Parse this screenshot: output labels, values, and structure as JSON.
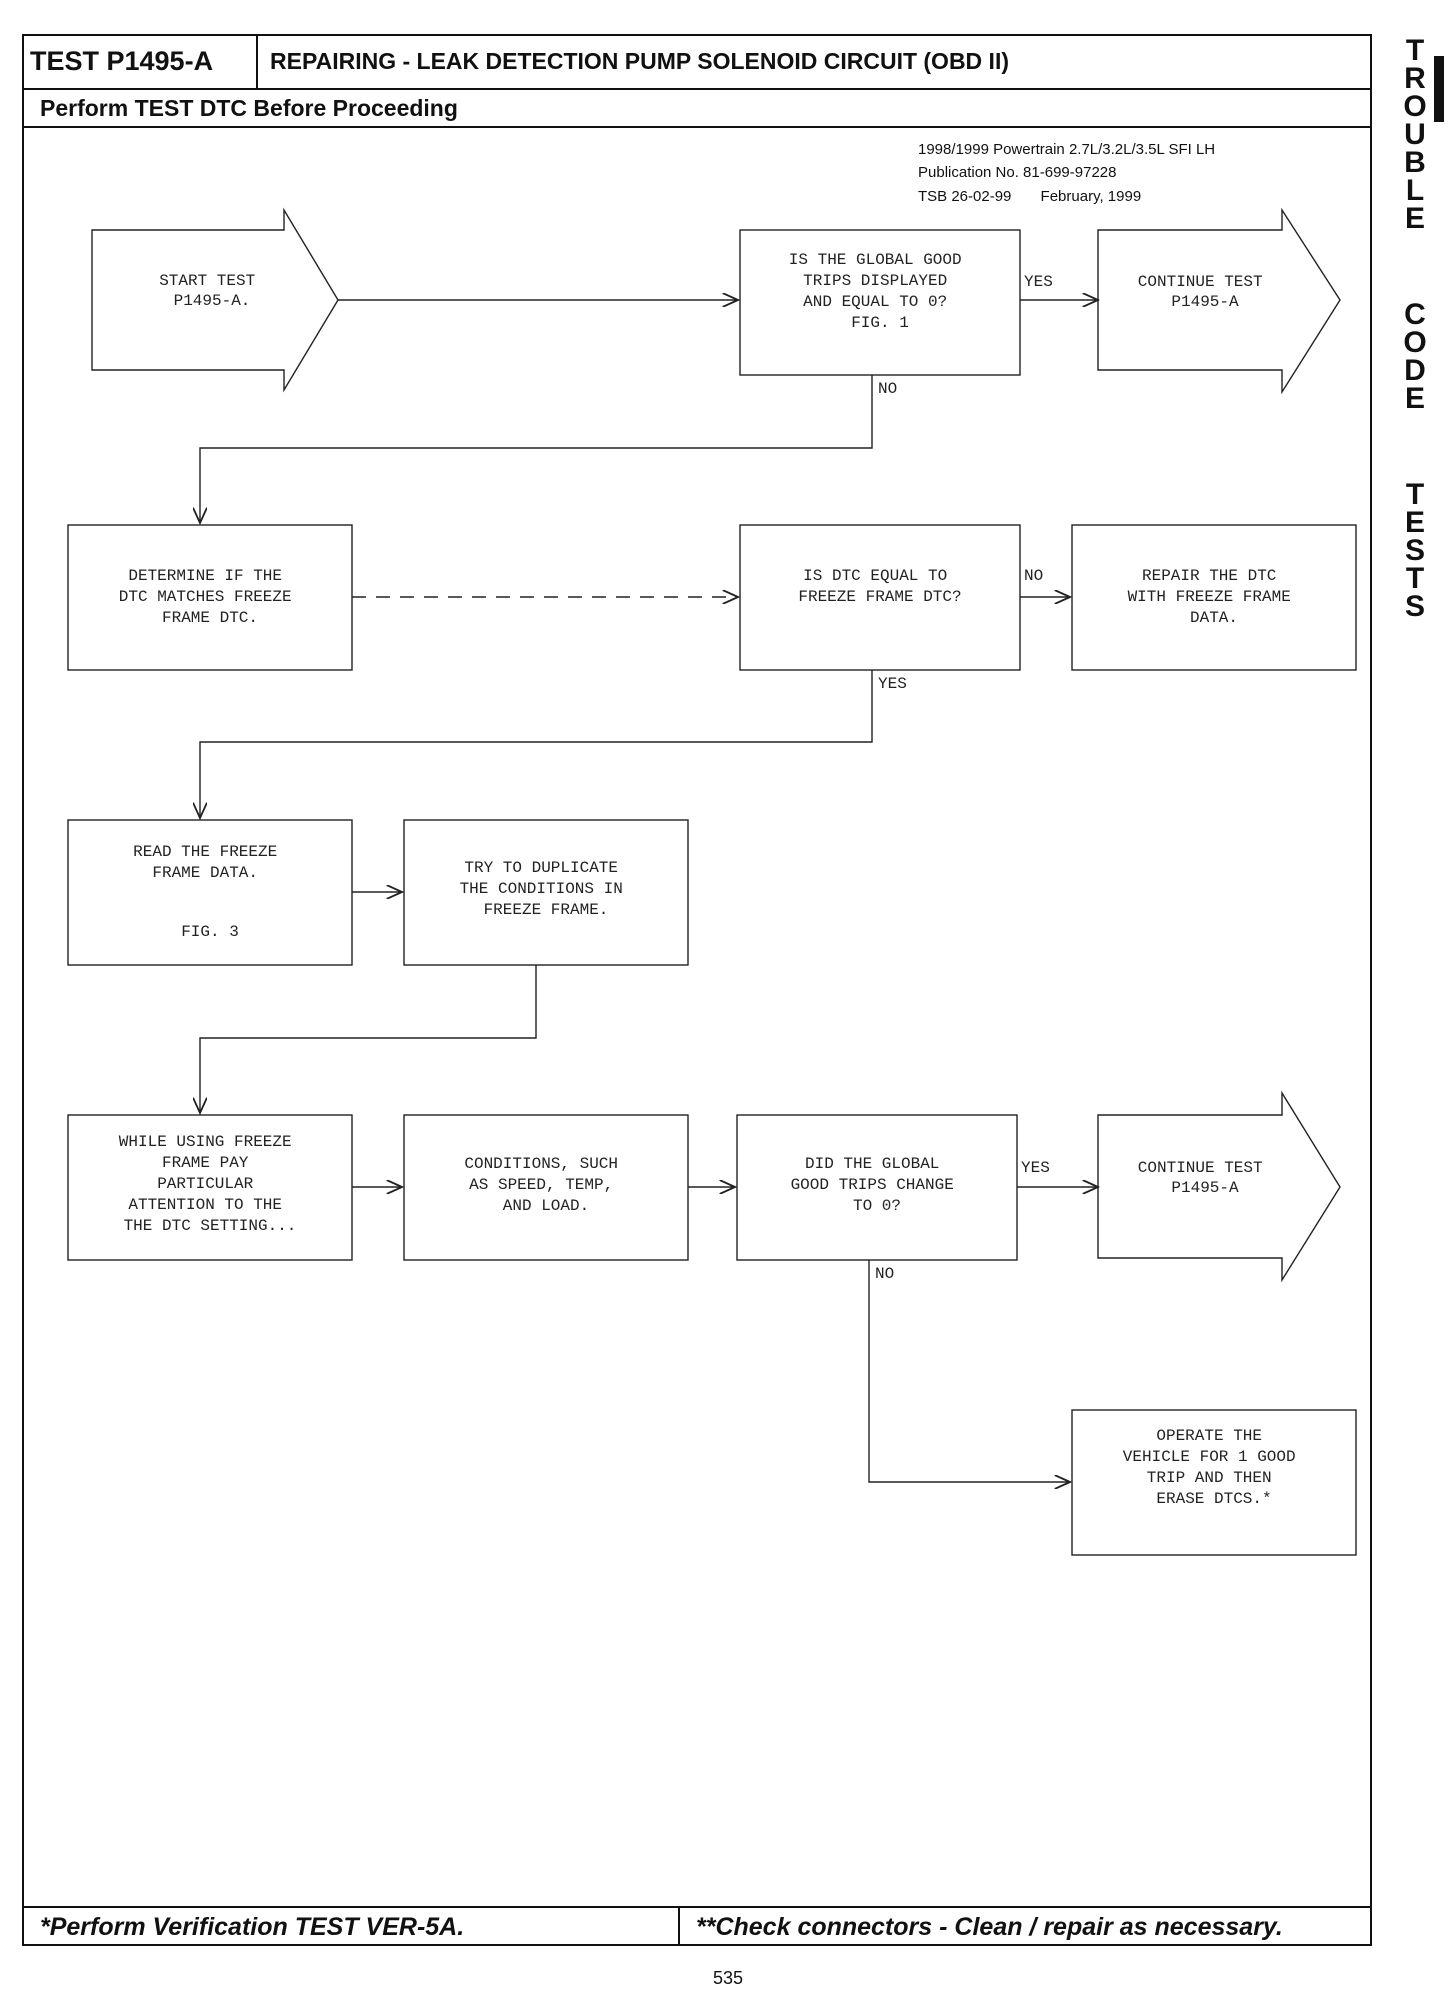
{
  "header": {
    "test_id": "TEST P1495-A",
    "title": "REPAIRING - LEAK DETECTION PUMP SOLENOID CIRCUIT (OBD II)",
    "subheader": "Perform TEST DTC Before Proceeding"
  },
  "pub_info": {
    "line1": "1998/1999 Powertrain 2.7L/3.2L/3.5L SFI   LH",
    "line2": "Publication No. 81-699-97228",
    "line3": "TSB 26-02-99       February, 1999"
  },
  "flow": {
    "start": [
      "START TEST",
      "P1495-A."
    ],
    "q_global_good_trips": [
      "IS THE GLOBAL GOOD",
      "TRIPS DISPLAYED",
      "AND EQUAL TO 0?",
      "FIG. 1"
    ],
    "continue_1": [
      "CONTINUE TEST",
      "P1495-A"
    ],
    "determine_dtc": [
      "DETERMINE IF THE",
      "DTC MATCHES FREEZE",
      "FRAME DTC."
    ],
    "q_dtc_equal": [
      "IS DTC EQUAL TO",
      "FREEZE FRAME DTC?"
    ],
    "repair_dtc": [
      "REPAIR THE DTC",
      "WITH FREEZE FRAME",
      "DATA."
    ],
    "read_freeze": [
      "READ THE FREEZE",
      "FRAME DATA."
    ],
    "read_freeze_fig": "FIG. 3",
    "duplicate": [
      "TRY TO DUPLICATE",
      "THE CONDITIONS IN",
      "FREEZE FRAME."
    ],
    "while_using": [
      "WHILE USING FREEZE",
      "FRAME PAY",
      "PARTICULAR",
      "ATTENTION TO THE",
      "THE DTC SETTING..."
    ],
    "conditions": [
      "CONDITIONS, SUCH",
      "AS SPEED, TEMP,",
      "AND LOAD."
    ],
    "q_trips_change": [
      "DID THE GLOBAL",
      "GOOD TRIPS CHANGE",
      "TO 0?"
    ],
    "continue_2": [
      "CONTINUE TEST",
      "P1495-A"
    ],
    "operate": [
      "OPERATE THE",
      "VEHICLE FOR 1 GOOD",
      "TRIP AND THEN",
      "ERASE DTCS.*"
    ],
    "labels": {
      "yes": "YES",
      "no": "NO"
    }
  },
  "side_tab": [
    "T",
    "R",
    "O",
    "U",
    "B",
    "L",
    "E",
    "C",
    "O",
    "D",
    "E",
    "T",
    "E",
    "S",
    "T",
    "S"
  ],
  "footer": {
    "left": "*Perform Verification TEST VER-5A.",
    "right": "**Check connectors - Clean / repair as necessary."
  },
  "page_number": "535"
}
